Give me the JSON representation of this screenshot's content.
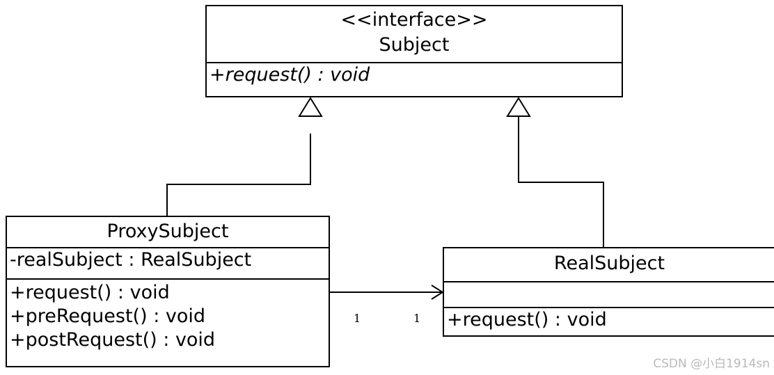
{
  "classes": {
    "subject": {
      "stereotype": "<<interface>>",
      "name": "Subject",
      "operations": [
        "+request() : void"
      ]
    },
    "proxy_subject": {
      "name": "ProxySubject",
      "attributes": [
        "-realSubject : RealSubject"
      ],
      "operations": [
        "+request() : void",
        "+preRequest() : void",
        "+postRequest() : void"
      ]
    },
    "real_subject": {
      "name": "RealSubject",
      "attributes": [],
      "operations": [
        "+request() : void"
      ]
    }
  },
  "association": {
    "source_multiplicity": "1",
    "target_multiplicity": "1"
  },
  "watermark": "CSDN @小白1914sn"
}
